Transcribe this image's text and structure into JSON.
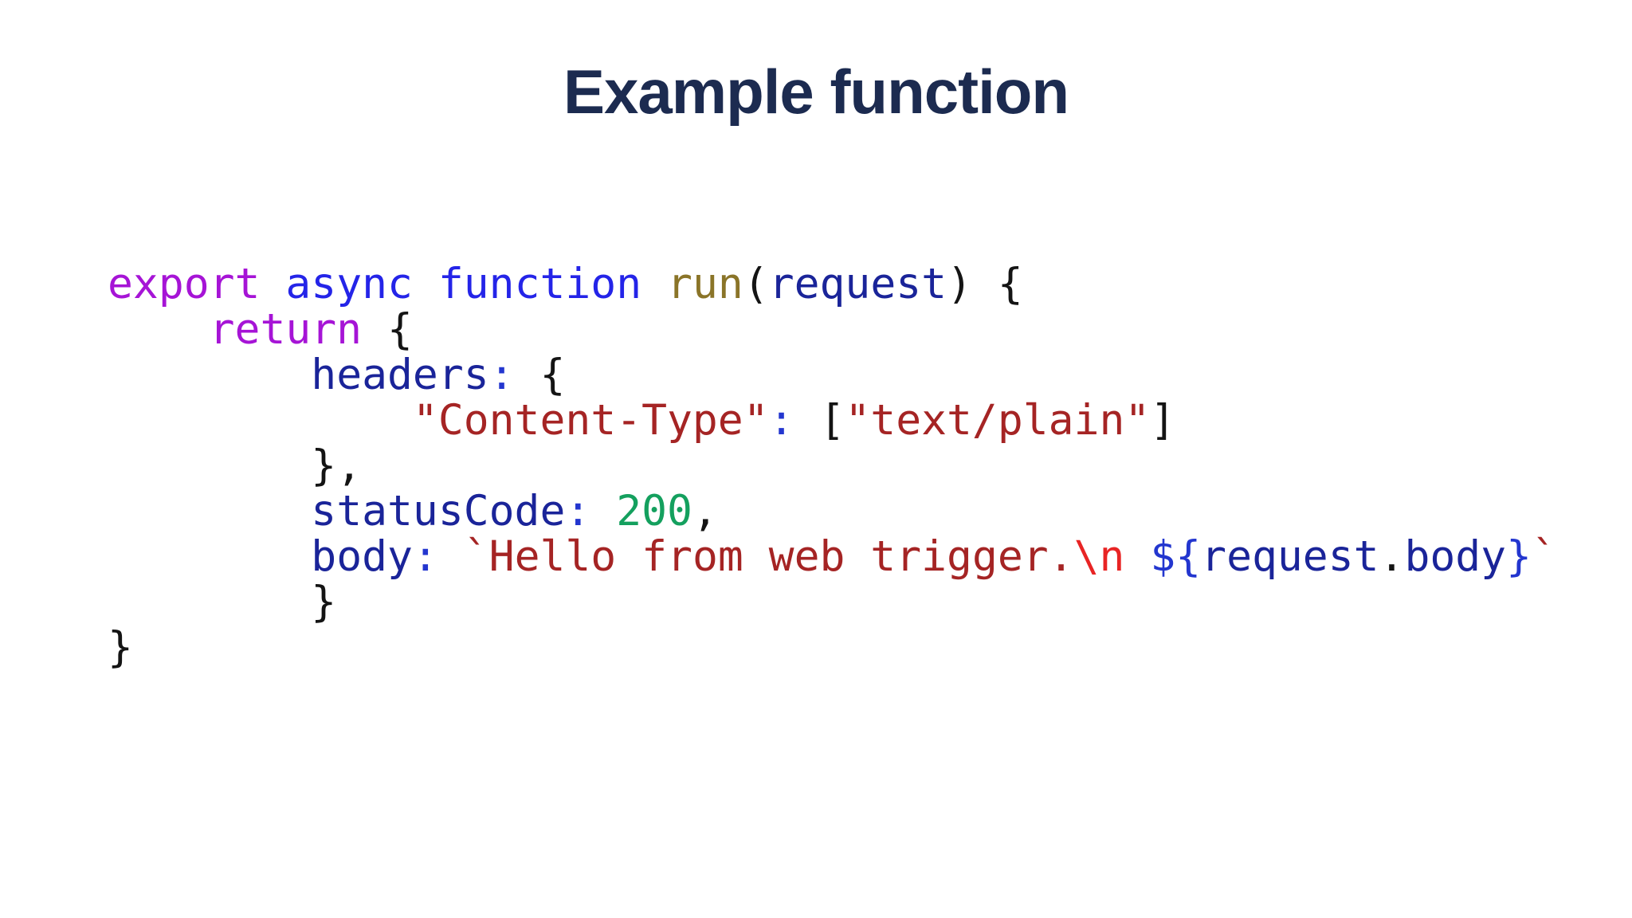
{
  "slide": {
    "title": "Example function",
    "title_color": "#1c2b50",
    "background_color": "#ffffff"
  },
  "palette": {
    "keyword_purple": "#a614d6",
    "keyword_blue": "#2424e8",
    "function_name": "#8a7428",
    "identifier": "#1a2499",
    "operator_blue": "#2336cf",
    "string": "#a52424",
    "escape": "#e82424",
    "number": "#14a05e",
    "punctuation": "#141414"
  },
  "code_block": {
    "language": "javascript",
    "lines": [
      {
        "tokens": [
          [
            "keyword_purple",
            "export"
          ],
          [
            "punctuation",
            " "
          ],
          [
            "keyword_blue",
            "async"
          ],
          [
            "punctuation",
            " "
          ],
          [
            "keyword_blue",
            "function"
          ],
          [
            "punctuation",
            " "
          ],
          [
            "function_name",
            "run"
          ],
          [
            "punctuation",
            "("
          ],
          [
            "identifier",
            "request"
          ],
          [
            "punctuation",
            ") {"
          ]
        ]
      },
      {
        "tokens": [
          [
            "punctuation",
            "    "
          ],
          [
            "keyword_purple",
            "return"
          ],
          [
            "punctuation",
            " {"
          ]
        ]
      },
      {
        "tokens": [
          [
            "punctuation",
            "        "
          ],
          [
            "identifier",
            "headers"
          ],
          [
            "operator_blue",
            ":"
          ],
          [
            "punctuation",
            " {"
          ]
        ]
      },
      {
        "tokens": [
          [
            "punctuation",
            "            "
          ],
          [
            "string",
            "\"Content-Type\""
          ],
          [
            "operator_blue",
            ":"
          ],
          [
            "punctuation",
            " ["
          ],
          [
            "string",
            "\"text/plain\""
          ],
          [
            "punctuation",
            "]"
          ]
        ]
      },
      {
        "tokens": [
          [
            "punctuation",
            "        },"
          ]
        ]
      },
      {
        "tokens": [
          [
            "punctuation",
            "        "
          ],
          [
            "identifier",
            "statusCode"
          ],
          [
            "operator_blue",
            ":"
          ],
          [
            "punctuation",
            " "
          ],
          [
            "number",
            "200"
          ],
          [
            "punctuation",
            ","
          ]
        ]
      },
      {
        "tokens": [
          [
            "punctuation",
            "        "
          ],
          [
            "identifier",
            "body"
          ],
          [
            "operator_blue",
            ":"
          ],
          [
            "punctuation",
            " "
          ],
          [
            "string",
            "`Hello from web trigger."
          ],
          [
            "escape",
            "\\n"
          ],
          [
            "string",
            " "
          ],
          [
            "operator_blue",
            "${"
          ],
          [
            "identifier",
            "request"
          ],
          [
            "punctuation",
            "."
          ],
          [
            "identifier",
            "body"
          ],
          [
            "operator_blue",
            "}"
          ],
          [
            "string",
            "`"
          ]
        ]
      },
      {
        "tokens": [
          [
            "punctuation",
            "        }"
          ]
        ]
      },
      {
        "tokens": [
          [
            "punctuation",
            "}"
          ]
        ]
      }
    ]
  }
}
